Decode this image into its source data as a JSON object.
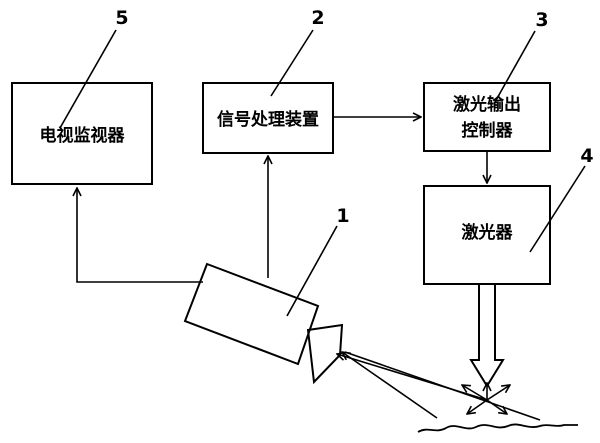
{
  "boxes": {
    "tv_monitor": {
      "label": "电视监视器"
    },
    "signal_processor": {
      "label": "信号处理装置"
    },
    "laser_controller": {
      "label_line1": "激光输出",
      "label_line2": "控制器"
    },
    "laser": {
      "label": "激光器"
    }
  },
  "ref_numbers": {
    "camera": "1",
    "signal_processor": "2",
    "laser_controller": "3",
    "laser": "4",
    "tv_monitor": "5"
  },
  "colors": {
    "stroke": "#000000",
    "background": "#ffffff"
  }
}
